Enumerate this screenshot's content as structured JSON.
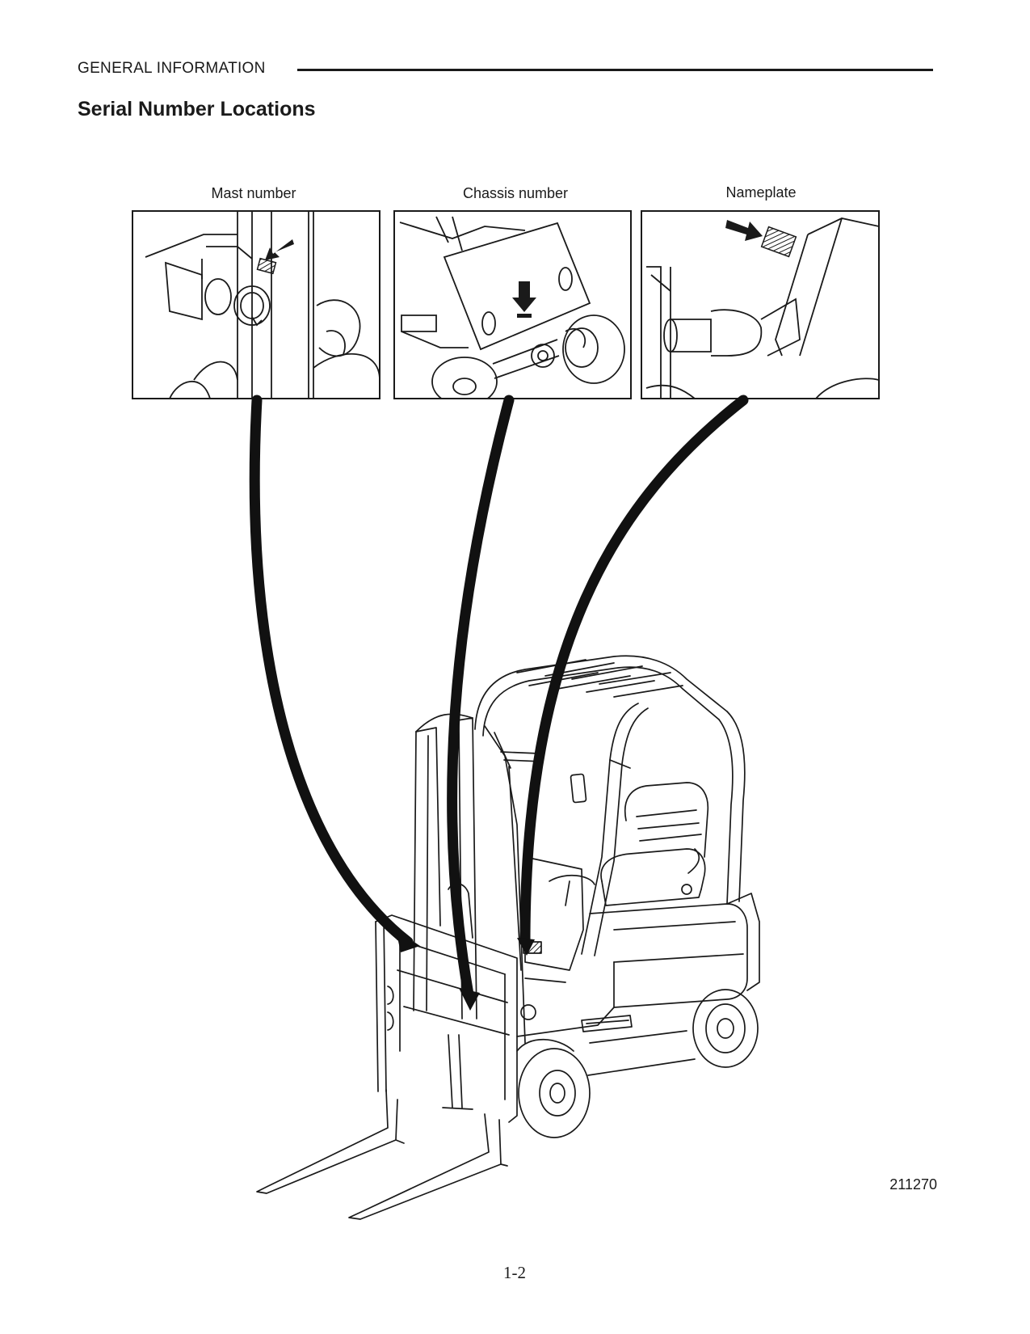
{
  "header": {
    "section": "GENERAL  INFORMATION",
    "title": "Serial Number Locations"
  },
  "figure": {
    "callouts": [
      {
        "label": "Mast number",
        "icon": "mast-detail-illustration"
      },
      {
        "label": "Chassis number",
        "icon": "chassis-detail-illustration"
      },
      {
        "label": "Nameplate",
        "icon": "nameplate-detail-illustration"
      }
    ],
    "main_icon": "forklift-illustration",
    "figure_number": "211270"
  },
  "footer": {
    "page_number": "1-2"
  }
}
